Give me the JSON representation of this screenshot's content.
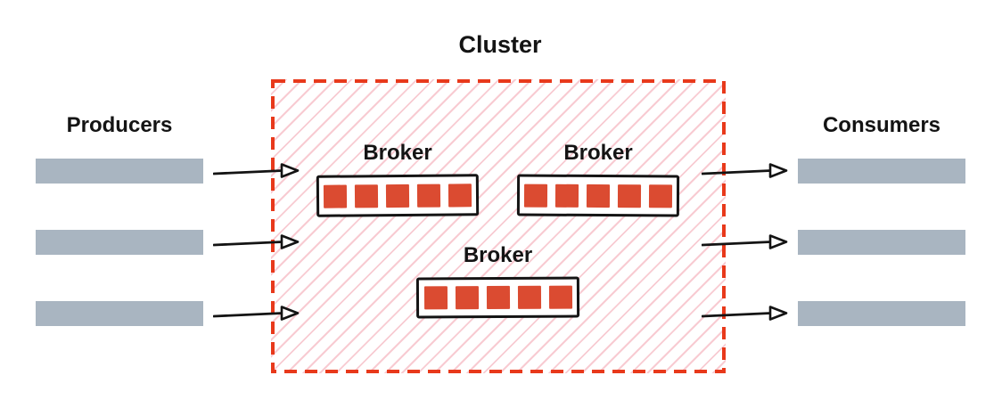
{
  "diagram": {
    "cluster": {
      "label": "Cluster"
    },
    "producers": {
      "label": "Producers",
      "count": 3
    },
    "consumers": {
      "label": "Consumers",
      "count": 3
    },
    "brokers": [
      {
        "label": "Broker",
        "partitions": 5
      },
      {
        "label": "Broker",
        "partitions": 5
      },
      {
        "label": "Broker",
        "partitions": 5
      }
    ],
    "colors": {
      "partition_red": "#DB4B31",
      "cluster_border_red": "#E8391B",
      "hatch_pink": "#F8CBD2",
      "bar_gray": "#A9B5C1",
      "ink_black": "#141414"
    }
  }
}
